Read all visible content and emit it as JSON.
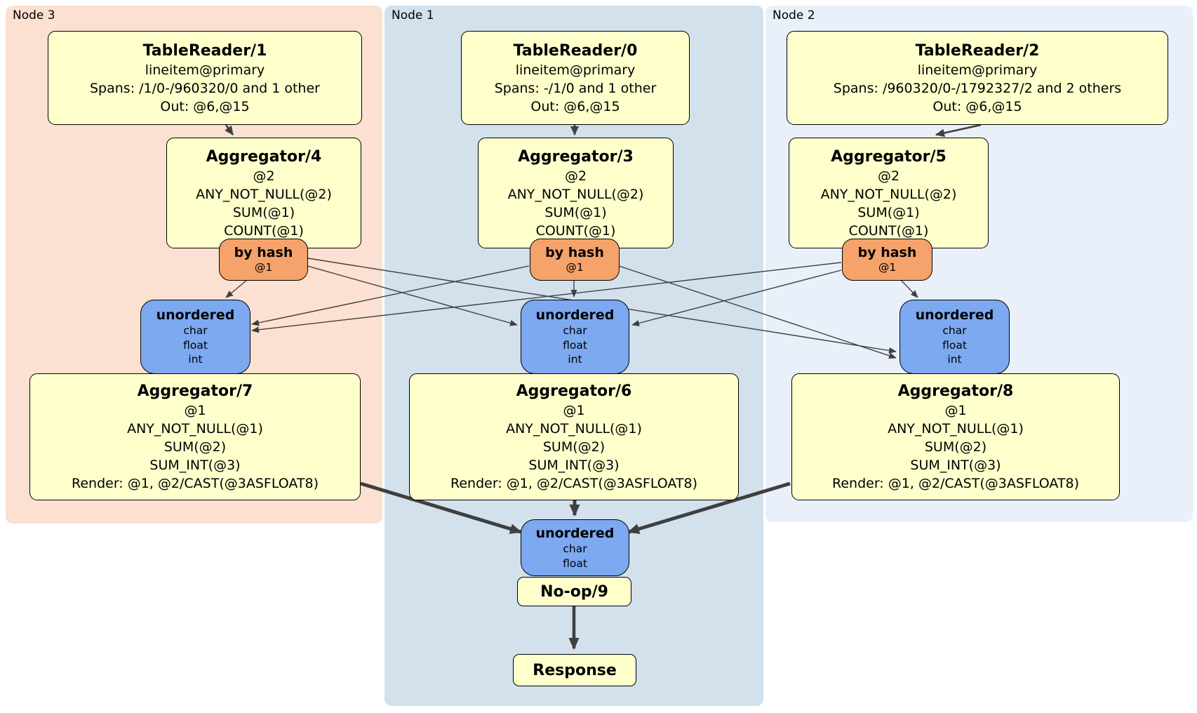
{
  "diagram": {
    "title": "DistSQL physical plan",
    "nodes": [
      {
        "label": "Node 3",
        "table_reader": {
          "title": "TableReader/1",
          "index": "lineitem@primary",
          "spans": "Spans: /1/0-/960320/0 and 1 other",
          "out": "Out: @6,@15"
        },
        "aggregator_top": {
          "title": "Aggregator/4",
          "lines": [
            "@2",
            "ANY_NOT_NULL(@2)",
            "SUM(@1)",
            "COUNT(@1)"
          ]
        },
        "router": {
          "title": "by hash",
          "key": "@1"
        },
        "sync": {
          "title": "unordered",
          "streams": [
            "char",
            "float",
            "int"
          ]
        },
        "aggregator_bottom": {
          "title": "Aggregator/7",
          "lines": [
            "@1",
            "ANY_NOT_NULL(@1)",
            "SUM(@2)",
            "SUM_INT(@3)",
            "Render: @1, @2/CAST(@3ASFLOAT8)"
          ]
        }
      },
      {
        "label": "Node 1",
        "table_reader": {
          "title": "TableReader/0",
          "index": "lineitem@primary",
          "spans": "Spans: -/1/0 and 1 other",
          "out": "Out: @6,@15"
        },
        "aggregator_top": {
          "title": "Aggregator/3",
          "lines": [
            "@2",
            "ANY_NOT_NULL(@2)",
            "SUM(@1)",
            "COUNT(@1)"
          ]
        },
        "router": {
          "title": "by hash",
          "key": "@1"
        },
        "sync": {
          "title": "unordered",
          "streams": [
            "char",
            "float",
            "int"
          ]
        },
        "aggregator_bottom": {
          "title": "Aggregator/6",
          "lines": [
            "@1",
            "ANY_NOT_NULL(@1)",
            "SUM(@2)",
            "SUM_INT(@3)",
            "Render: @1, @2/CAST(@3ASFLOAT8)"
          ]
        }
      },
      {
        "label": "Node 2",
        "table_reader": {
          "title": "TableReader/2",
          "index": "lineitem@primary",
          "spans": "Spans: /960320/0-/1792327/2 and 2 others",
          "out": "Out: @6,@15"
        },
        "aggregator_top": {
          "title": "Aggregator/5",
          "lines": [
            "@2",
            "ANY_NOT_NULL(@2)",
            "SUM(@1)",
            "COUNT(@1)"
          ]
        },
        "router": {
          "title": "by hash",
          "key": "@1"
        },
        "sync": {
          "title": "unordered",
          "streams": [
            "char",
            "float",
            "int"
          ]
        },
        "aggregator_bottom": {
          "title": "Aggregator/8",
          "lines": [
            "@1",
            "ANY_NOT_NULL(@1)",
            "SUM(@2)",
            "SUM_INT(@3)",
            "Render: @1, @2/CAST(@3ASFLOAT8)"
          ]
        }
      }
    ],
    "final": {
      "sync": {
        "title": "unordered",
        "streams": [
          "char",
          "float"
        ]
      },
      "noop": {
        "title": "No-op/9"
      },
      "response": {
        "title": "Response"
      }
    },
    "colors": {
      "node3_bg": "#fce0d2",
      "node1_bg": "#d2e1ec",
      "node2_bg": "#e9f0fa",
      "processor_bg": "#ffffcc",
      "router_bg": "#f5a26b",
      "sync_bg": "#7ca9f0",
      "edge": "#3f3f3f"
    }
  }
}
